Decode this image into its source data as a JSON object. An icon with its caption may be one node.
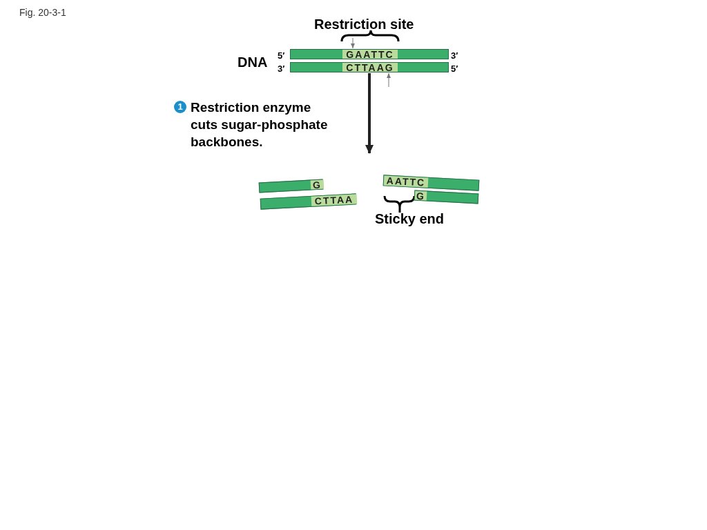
{
  "diagram": {
    "title": "Fig. 20-3-1",
    "nodes": [
      {
        "text": [
          "GAATTC"
        ]
      },
      {
        "text": [
          "CTTAAG"
        ]
      },
      {
        "text": [
          "G"
        ]
      },
      {
        "text": [
          "CTTAA"
        ]
      },
      {
        "text": [
          "AATTC"
        ]
      },
      {
        "text": [
          "G"
        ]
      }
    ],
    "edges": [
      {
        "from": null,
        "to": 0,
        "arrow": "to"
      },
      {
        "from": null,
        "to": 1,
        "arrow": "to"
      },
      {
        "from": 1,
        "to": null,
        "arrow": "to",
        "style": "thick",
        "color": "#222222"
      }
    ],
    "labels": [
      "Restriction site",
      "DNA",
      "5′",
      "3′",
      "3′",
      "5′",
      "1",
      "Restriction enzyme cuts sugar-phosphate backbones.",
      "Sticky end"
    ]
  }
}
